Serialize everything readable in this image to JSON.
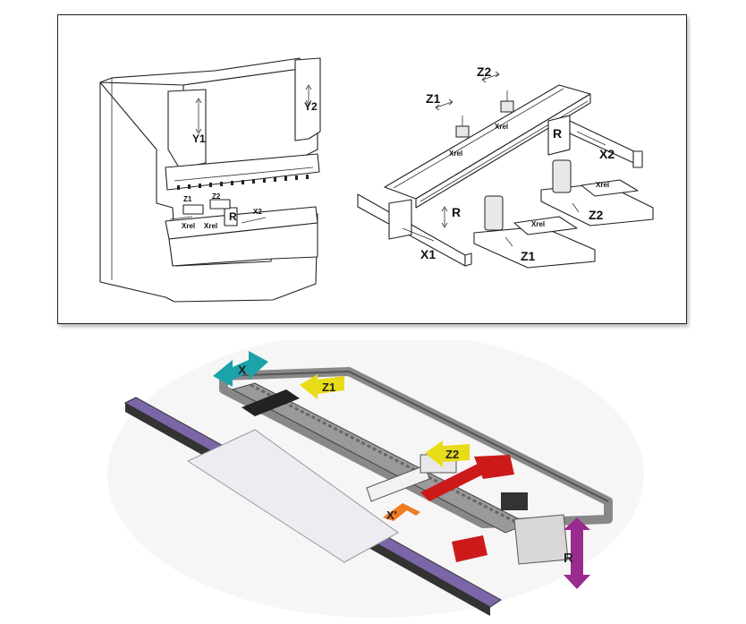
{
  "top_diagram": {
    "machine_labels": {
      "y1": "Y1",
      "y2": "Y2",
      "z1": "Z1",
      "z2": "Z2",
      "xrel": "Xrel",
      "r": "R",
      "x2": "X2"
    },
    "gauge_labels": {
      "z1": "Z1",
      "z2": "Z2",
      "xrel_a": "Xrel",
      "xrel_b": "Xrel",
      "r_left": "R",
      "r_right": "R",
      "x2": "X2",
      "x1": "X1",
      "xrel_c": "Xrel",
      "xrel_d": "Xrel",
      "z2_low": "Z2",
      "z1_low": "Z1"
    }
  },
  "bottom_diagram": {
    "arrows": {
      "x": "X",
      "z1": "Z1",
      "z2": "Z2",
      "xprime": "X'",
      "r": "R"
    },
    "colors": {
      "x": "#1aa3a8",
      "z": "#e8dc18",
      "xprime": "#f07a20",
      "r": "#9a2b8e",
      "rail": "#7b66a8",
      "frame": "#b8b8b8",
      "red": "#cc1a1a"
    }
  }
}
